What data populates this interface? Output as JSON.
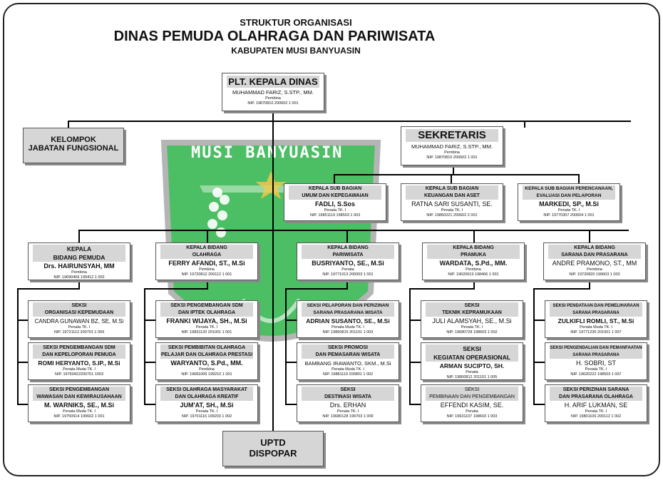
{
  "header": {
    "line1": "STRUKTUR ORGANISASI",
    "line2": "DINAS PEMUDA OLAHRAGA DAN PARIWISATA",
    "line3": "KABUPATEN MUSI BANYUASIN"
  },
  "watermark": {
    "text": "MUSI BANYUASIN",
    "color": "#2db34a"
  },
  "kepala": {
    "title": "PLT. KEPALA DINAS",
    "name": "MUHAMMAD FARIZ, S.STP., MM.",
    "grade": "Pembina",
    "nip": "NIP. 19870810 200602 1 001"
  },
  "fungsional": {
    "line1": "KELOMPOK",
    "line2": "JABATAN FUNGSIONAL"
  },
  "sekretaris": {
    "title": "SEKRETARIS",
    "name": "MUHAMMAD FARIZ, S.STP., MM.",
    "grade": "Pembina",
    "nip": "NIP. 19870810 200602 1 001"
  },
  "subbag": [
    {
      "title1": "KEPALA SUB BAGIAN",
      "title2": "UMUM DAN KEPEGAWAIAN",
      "name": "FADLI, S.Sos",
      "grade": "Penata TK. I",
      "nip": "NIP. 19851119 198503 1 003"
    },
    {
      "title1": "KEPALA SUB BAGIAN",
      "title2": "KEUANGAN DAN ASET",
      "name": "RATNA SARI SUSANTI, SE.",
      "grade": "Penata TK. I",
      "nip": "NIP. 19860221 200602 2 001"
    },
    {
      "title1": "KEPALA SUB BAGIAN PERENCANAAN,",
      "title2": "EVALUASI DAN PELAPORAN",
      "name": "MARKEDI, SP., M.Si",
      "grade": "Penata TK. I",
      "nip": "NIP. 19770307 200604 1 001"
    }
  ],
  "bidang": [
    {
      "title1": "KEPALA",
      "title2": "BIDANG PEMUDA",
      "name": "Drs. HAIRUNSYAH, MM",
      "grade": "Pembina",
      "nip": "NIP. 19690406 199412 1 002",
      "seksi": [
        {
          "t1": "SEKSI",
          "t2": "ORGANISASI KEPEMUDAAN",
          "name": "CANDRA GUNAWAN BZ, SE, M.Si",
          "grade": "Penata TK. I",
          "nip": "NIP. 19721112 200701 1 009"
        },
        {
          "t1": "SEKSI PENGEMBANGAN SDM",
          "t2": "DAN KEPELOPORAN PEMUDA",
          "name": "ROMI HERYANTO, S.IP., M.Si",
          "grade": "Penata Muda TK. I",
          "nip": "NIP. 19760422200701 1003"
        },
        {
          "t1": "SEKSI PENGEMBANGAN",
          "t2": "WAWASAN DAN KEWIRAUSAHAAN",
          "name": "M. WARNIKS, SE., M.Si",
          "grade": "Penata Muda TK. I",
          "nip": "NIP. 19750914 199602 1 001"
        }
      ]
    },
    {
      "title1": "KEPALA BIDANG",
      "title2": "OLAHRAGA",
      "name": "FERRY AFANDI, ST., M.Si",
      "grade": "Pembina",
      "nip": "NIP. 19720812 200112 1 001",
      "seksi": [
        {
          "t1": "SEKSI PENGEMBANGAN SDM",
          "t2": "DAN IPTEK OLAHRAGA",
          "name": "FRANKI WIJAYA, SH., M.Si",
          "grade": "Penata TK. I",
          "nip": "NIP. 19831120 201001 1 001"
        },
        {
          "t1": "SEKSI PEMBIBITAN OLAHRAGA",
          "t2": "PELAJAR DAN OLAHRAGA PRESTASI",
          "name": "WARYANTO, S.Pd., MM.",
          "grade": "Pembina",
          "nip": "NIP. 19681005 199210 1 001"
        },
        {
          "t1": "SEKSI OLAHRAGA MASYARAKAT",
          "t2": "DAN OLAHRAGA KREATIF",
          "name": "JUM'AT, SH., M.Si",
          "grade": "Penata TK. I",
          "nip": "NIP. 19701116 199203 1 002"
        }
      ]
    },
    {
      "title1": "KEPALA BIDANG",
      "title2": "PARIWISATA",
      "name": "BUSRIYANTO, SE., M.Si",
      "grade": "Penata",
      "nip": "NIP. 19771013 200003 1 001",
      "seksi": [
        {
          "t1": "SEKSI PELAPORAN DAN PERIZINAN",
          "t2": "SARANA PRASARANA WISATA",
          "name": "ADRIAN SUSANTO, SE., M.Si",
          "grade": "Penata Muda TK. I",
          "nip": "NIP. 19860815 201101 1 003"
        },
        {
          "t1": "SEKSI PROMOSI",
          "t2": "DAN PEMASARAN WISATA",
          "name": "BAMBANG IRAWANTO, SKM., M.Si",
          "grade": "Penata Muda TK. I",
          "nip": "NIP. 19881119 200801 1 002"
        },
        {
          "t1": "SEKSI",
          "t2": "DESTINASI WISATA",
          "name": "Drs. ERHAN",
          "grade": "Penata TK. I",
          "nip": "NIP. 19680128 199703 1 009"
        }
      ]
    },
    {
      "title1": "KEPALA BIDANG",
      "title2": "PRAMUKA",
      "name": "WARDATA, S.Pd., MM.",
      "grade": "Pembina",
      "nip": "NIP. 19620619 198406 1 001",
      "seksi": [
        {
          "t1": "SEKSI",
          "t2": "TEKNIK KEPRAMUKAAN",
          "name": "JULI ALAMSYAH, SE., M.Si",
          "grade": "Penata TK. I",
          "nip": "NIP. 19680728 198603 1 002"
        },
        {
          "t1": "SEKSI",
          "t2": "KEGIATAN OPERASIONAL",
          "name": "ARMAN SUCIPTO, SH.",
          "grade": "Penata",
          "nip": "NIP. 19800812 201101 1 005"
        },
        {
          "t1": "SEKSI",
          "t2": "PEMBINAAN DAN PENGEMBANGAN",
          "name": "EFFENDI KASIM, SE.",
          "grade": "Penata",
          "nip": "NIP. 19631107 198603 1 003"
        }
      ]
    },
    {
      "title1": "KEPALA BIDANG",
      "title2": "SARANA DAN PRASARANA",
      "name": "ANDRE PRAMONO, ST., MM",
      "grade": "Pembina",
      "nip": "NIP. 19720820 199603 1 003",
      "seksi": [
        {
          "t1": "SEKSI PENDATAAN DAN PEMELIHARAAN",
          "t2": "SARANA PRASARANA",
          "name": "ZULKIFLI ROMLI, ST., M.Si",
          "grade": "Penata Muda TK. I",
          "nip": "NIP. 19771230 201001 1 007"
        },
        {
          "t1": "SEKSI PENGENDALIAN DAN PEMANFAATAN",
          "t2": "SARANA PRASARANA",
          "name": "H. SOBRI, ST",
          "grade": "Penata TK. I",
          "nip": "NIP. 19620222 198503 1 007"
        },
        {
          "t1": "SEKSI PERIZINAN SARANA",
          "t2": "DAN PRASARANA OLAHRAGA",
          "name": "H. ARIF LUKMAN, SE",
          "grade": "Penata TK. I",
          "nip": "NIP. 19801106 200112 1 002"
        }
      ]
    }
  ],
  "uptd": {
    "line1": "UPTD",
    "line2": "DISPOPAR"
  }
}
